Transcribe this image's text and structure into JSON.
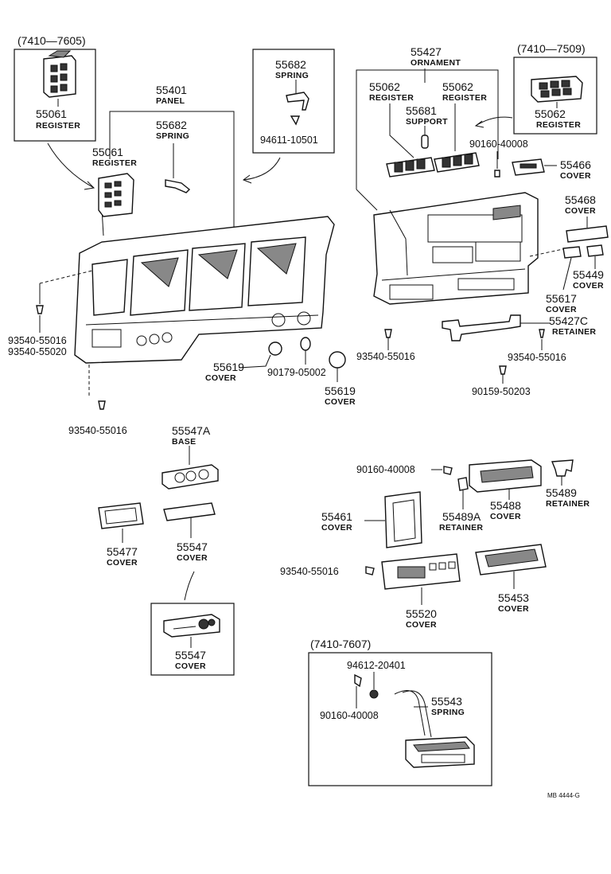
{
  "diagram": {
    "footer_code": "MB 4444-G",
    "ranges": {
      "r7410_7605": "(7410—7605)",
      "r7410_7509": "(7410—7509)",
      "r7410_7607": "(7410-7607)"
    },
    "labels": {
      "l55061_top": {
        "num": "55061",
        "name": "REGISTER"
      },
      "l55682_box": {
        "num": "55682",
        "name": "SPRING"
      },
      "l94611": {
        "num": "94611-10501"
      },
      "l55401": {
        "num": "55401",
        "name": "PANEL"
      },
      "l55682": {
        "num": "55682",
        "name": "SPRING"
      },
      "l55061": {
        "num": "55061",
        "name": "REGISTER"
      },
      "l55427": {
        "num": "55427",
        "name": "ORNAMENT"
      },
      "l55062_a": {
        "num": "55062",
        "name": "REGISTER"
      },
      "l55062_b": {
        "num": "55062",
        "name": "REGISTER"
      },
      "l55681": {
        "num": "55681",
        "name": "SUPPORT"
      },
      "l55062_box": {
        "num": "55062",
        "name": "REGISTER"
      },
      "l90160_top": {
        "num": "90160-40008"
      },
      "l55466": {
        "num": "55466",
        "name": "COVER"
      },
      "l55468": {
        "num": "55468",
        "name": "COVER"
      },
      "l55449": {
        "num": "55449",
        "name": "COVER"
      },
      "l55617": {
        "num": "55617",
        "name": "COVER"
      },
      "l55427c": {
        "num": "55427C",
        "name": "RETAINER"
      },
      "l93540_rm": {
        "num": "93540-55016"
      },
      "l93540_rr": {
        "num": "93540-55016"
      },
      "l90159": {
        "num": "90159-50203"
      },
      "l93540_l1": {
        "num": "93540-55016"
      },
      "l93540_l2": {
        "num": "93540-55020"
      },
      "l55619_a": {
        "num": "55619",
        "name": "COVER"
      },
      "l90179": {
        "num": "90179-05002"
      },
      "l55619_b": {
        "num": "55619",
        "name": "COVER"
      },
      "l93540_lb": {
        "num": "93540-55016"
      },
      "l55547a": {
        "num": "55547A",
        "name": "BASE"
      },
      "l55477": {
        "num": "55477",
        "name": "COVER"
      },
      "l55547": {
        "num": "55547",
        "name": "COVER"
      },
      "l55547_box": {
        "num": "55547",
        "name": "COVER"
      },
      "l90160_mid": {
        "num": "90160-40008"
      },
      "l55489a": {
        "num": "55489A",
        "name": "RETAINER"
      },
      "l55488": {
        "num": "55488",
        "name": "COVER"
      },
      "l55489": {
        "num": "55489",
        "name": "RETAINER"
      },
      "l55461": {
        "num": "55461",
        "name": "COVER"
      },
      "l93540_m": {
        "num": "93540-55016"
      },
      "l55520": {
        "num": "55520",
        "name": "COVER"
      },
      "l55453": {
        "num": "55453",
        "name": "COVER"
      },
      "l94612": {
        "num": "94612-20401"
      },
      "l90160_bot": {
        "num": "90160-40008"
      },
      "l55543": {
        "num": "55543",
        "name": "SPRING"
      }
    }
  }
}
